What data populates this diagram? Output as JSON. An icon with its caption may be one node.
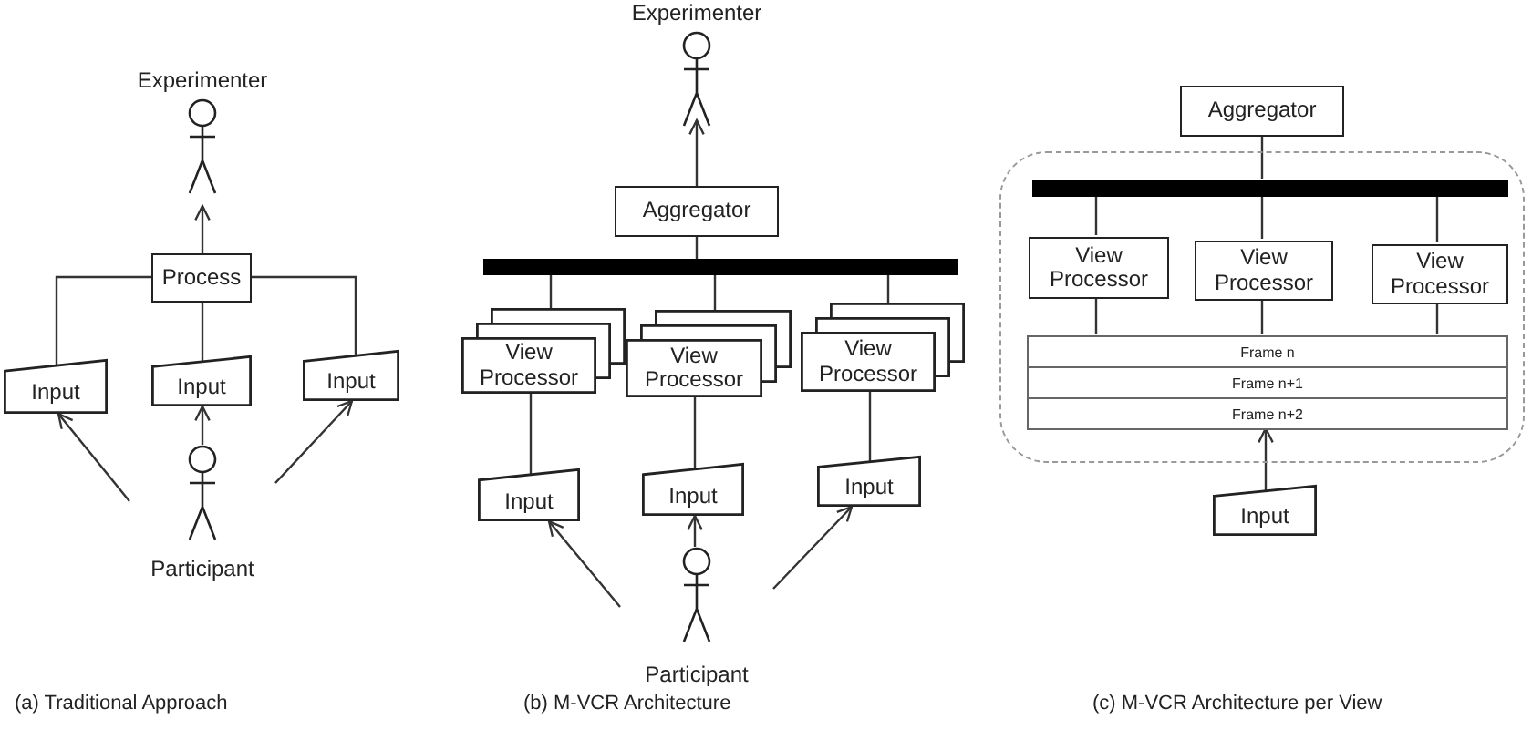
{
  "diagram": {
    "nodes": [
      {
        "text": [
          "Experimenter"
        ]
      },
      {
        "text": [
          "Process"
        ]
      },
      {
        "text": [
          "Input"
        ]
      },
      {
        "text": [
          "Input"
        ]
      },
      {
        "text": [
          "Input"
        ]
      },
      {
        "text": [
          "Participant"
        ]
      },
      {
        "text": [
          "Experimenter"
        ]
      },
      {
        "text": [
          "Aggregator"
        ]
      },
      {
        "text": [],
        "shape": "bar"
      },
      {
        "text": [
          "View Processor"
        ]
      },
      {
        "text": [
          "View Processor"
        ]
      },
      {
        "text": [
          "View Processor"
        ]
      },
      {
        "text": [
          "Input"
        ]
      },
      {
        "text": [
          "Input"
        ]
      },
      {
        "text": [
          "Input"
        ]
      },
      {
        "text": [
          "Participant"
        ]
      },
      {
        "text": [
          "Aggregator"
        ]
      },
      {
        "text": [],
        "shape": "box"
      },
      {
        "text": [],
        "shape": "bar",
        "in": 17
      },
      {
        "text": [
          "View Processor"
        ],
        "in": 17
      },
      {
        "text": [
          "View Processor"
        ],
        "in": 17
      },
      {
        "text": [
          "View Processor"
        ],
        "in": 17
      },
      {
        "text": [
          "Frame n"
        ],
        "in": 17
      },
      {
        "text": [
          "Frame n+1"
        ],
        "in": 17
      },
      {
        "text": [
          "Frame n+2"
        ],
        "in": 17
      },
      {
        "text": [
          "Input"
        ]
      }
    ],
    "edges": [
      {
        "from": 1,
        "to": 0,
        "arrow": "to"
      },
      {
        "from": 2,
        "to": 1,
        "arrow": "none"
      },
      {
        "from": 3,
        "to": 1,
        "arrow": "none"
      },
      {
        "from": 4,
        "to": 1,
        "arrow": "none"
      },
      {
        "from": 5,
        "to": 2,
        "arrow": "to"
      },
      {
        "from": 5,
        "to": 3,
        "arrow": "to"
      },
      {
        "from": 5,
        "to": 4,
        "arrow": "to"
      },
      {
        "from": 7,
        "to": 6,
        "arrow": "to"
      },
      {
        "from": 8,
        "to": 7,
        "arrow": "none"
      },
      {
        "from": 9,
        "to": 8,
        "arrow": "none"
      },
      {
        "from": 10,
        "to": 8,
        "arrow": "none"
      },
      {
        "from": 11,
        "to": 8,
        "arrow": "none"
      },
      {
        "from": 12,
        "to": 9,
        "arrow": "none"
      },
      {
        "from": 13,
        "to": 10,
        "arrow": "none"
      },
      {
        "from": 14,
        "to": 11,
        "arrow": "none"
      },
      {
        "from": 15,
        "to": 12,
        "arrow": "to"
      },
      {
        "from": 15,
        "to": 13,
        "arrow": "to"
      },
      {
        "from": 15,
        "to": 14,
        "arrow": "to"
      },
      {
        "from": 18,
        "to": 16,
        "arrow": "none"
      },
      {
        "from": 19,
        "to": 18,
        "arrow": "none"
      },
      {
        "from": 20,
        "to": 18,
        "arrow": "none"
      },
      {
        "from": 21,
        "to": 18,
        "arrow": "none"
      },
      {
        "from": 19,
        "to": 22,
        "arrow": "none"
      },
      {
        "from": 20,
        "to": 22,
        "arrow": "none"
      },
      {
        "from": 21,
        "to": 22,
        "arrow": "none"
      },
      {
        "from": 25,
        "to": 24,
        "arrow": "to"
      }
    ],
    "labels": [
      "(a) Traditional Approach",
      "(b) M-VCR Architecture",
      "(c) M-VCR Architecture per View"
    ]
  }
}
